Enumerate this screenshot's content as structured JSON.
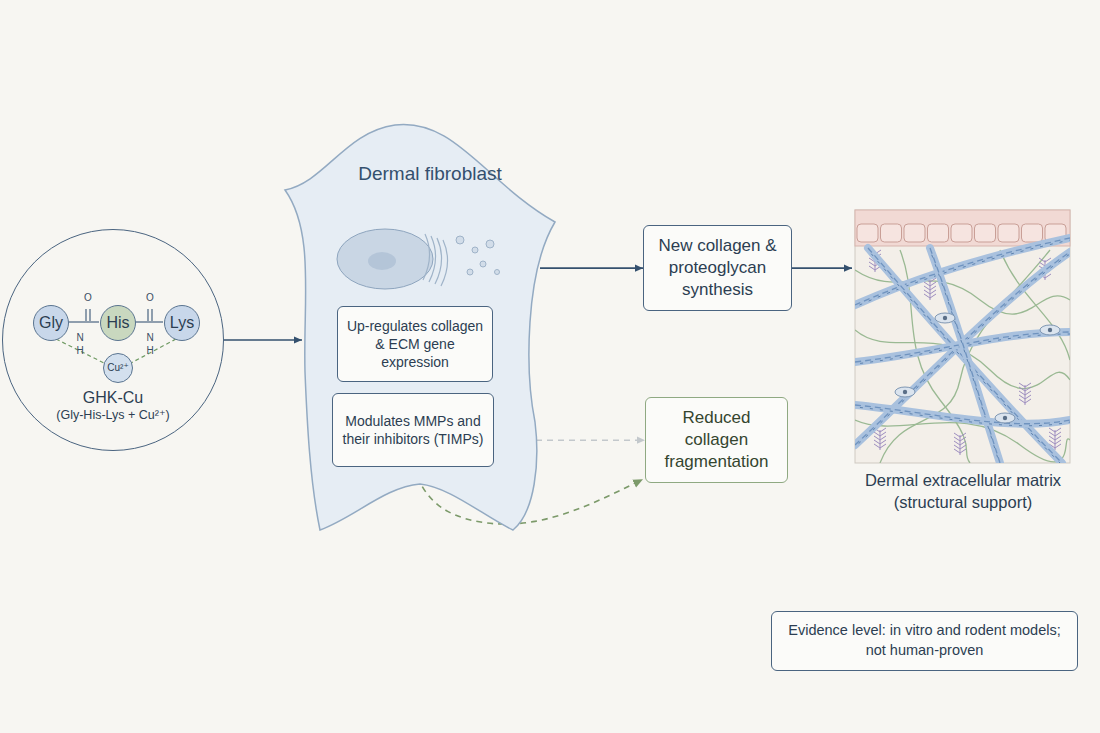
{
  "diagram": {
    "nodes": [
      {
        "text": [
          "GHK-Cu",
          "(Gly-His-Lys + Cu²⁺)"
        ]
      },
      {
        "text": [
          "Gly"
        ],
        "in": 0
      },
      {
        "text": [
          "His"
        ],
        "in": 0
      },
      {
        "text": [
          "Lys"
        ],
        "in": 0
      },
      {
        "text": [
          "Cu²⁺"
        ],
        "in": 0
      },
      {
        "text": [
          "Dermal fibroblast"
        ]
      },
      {
        "text": [
          "Up-regulates collagen & ECM gene expression"
        ],
        "in": 5
      },
      {
        "text": [
          "Modulates MMPs and their inhibitors (TIMPs)"
        ],
        "in": 5
      },
      {
        "text": [
          "New collagen & proteoglycan synthesis"
        ]
      },
      {
        "text": [
          "Reduced collagen fragmentation"
        ]
      },
      {
        "text": [
          "Dermal extracellular matrix (structural support)"
        ]
      },
      {
        "text": [
          "Evidence level: in vitro and rodent models; not human-proven"
        ]
      }
    ],
    "edges": [
      {
        "from": 0,
        "to": 5,
        "arrow": "to"
      },
      {
        "from": 5,
        "to": 8,
        "arrow": "to"
      },
      {
        "from": 8,
        "to": 10,
        "arrow": "to"
      },
      {
        "from": 5,
        "to": 9,
        "arrow": "to"
      },
      {
        "from": 7,
        "to": 9,
        "arrow": "to"
      }
    ],
    "labels": [
      "O",
      "N",
      "H",
      "O",
      "N",
      "H"
    ]
  }
}
